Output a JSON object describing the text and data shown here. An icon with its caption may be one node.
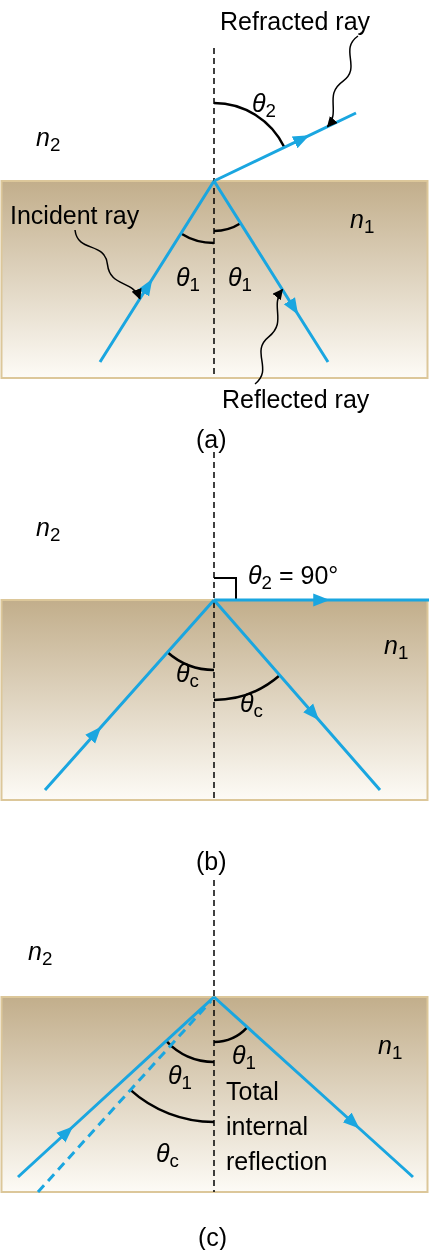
{
  "diagram": {
    "nodes": [
      {
        "text": [
          "Refracted ray"
        ]
      },
      {
        "text": [
          "Incident ray"
        ]
      },
      {
        "text": [
          "Reflected ray"
        ]
      },
      {
        "text": [],
        "shape": "line"
      },
      {
        "text": [],
        "shape": "line"
      },
      {
        "text": [],
        "shape": "line"
      }
    ],
    "edges": [
      {
        "from": 0,
        "to": 3,
        "arrow": "to"
      },
      {
        "from": 1,
        "to": 4,
        "arrow": "to"
      },
      {
        "from": 2,
        "to": 5,
        "arrow": "to"
      }
    ],
    "labels": [
      "*θ*$_{2}$",
      "*n*$_{2}$",
      "*n*$_{1}$",
      "*θ*$_{1}$",
      "*θ*$_{1}$",
      "(a)",
      "*n*$_{2}$",
      "*θ*$_{2}$ = 90°",
      "*n*$_{1}$",
      "*θ*$_{c}$",
      "*θ*$_{c}$",
      "(b)",
      "*n*$_{2}$",
      "*n*$_{1}$",
      "*θ*$_{1}$",
      "*θ*$_{1}$",
      "Total internal reflection",
      "*θ*$_{c}$",
      "(c)"
    ]
  }
}
